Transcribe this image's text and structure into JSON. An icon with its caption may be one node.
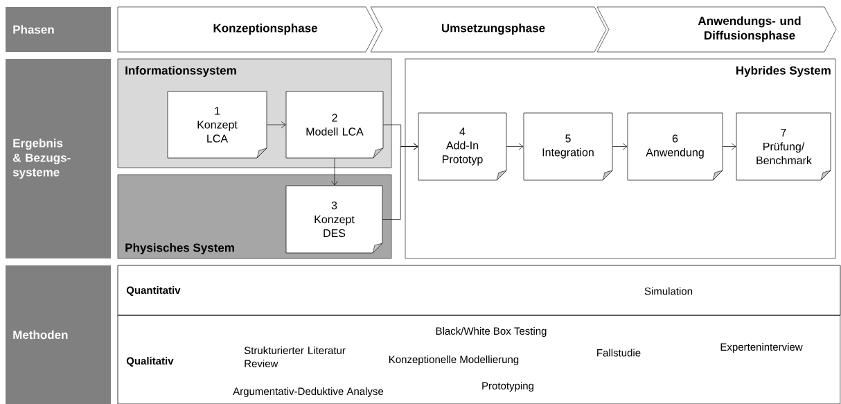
{
  "diagram": {
    "nodes": [
      {
        "text": [
          "Phasen"
        ]
      },
      {
        "text": [
          "Konzeptionsphase"
        ]
      },
      {
        "text": [
          "Umsetzungsphase"
        ]
      },
      {
        "text": [
          "Anwendungs- und Diffusionsphase"
        ]
      },
      {
        "text": [
          "Ergebnis & Bezugs- systeme"
        ]
      },
      {
        "text": [
          "Informationssystem"
        ]
      },
      {
        "text": [
          "Physisches System"
        ]
      },
      {
        "text": [
          "Hybrides System"
        ]
      },
      {
        "text": [
          "1",
          "Konzept LCA"
        ],
        "in": 5
      },
      {
        "text": [
          "2",
          "Modell LCA"
        ],
        "in": 5
      },
      {
        "text": [
          "3",
          "Konzept DES"
        ],
        "in": 6
      },
      {
        "text": [
          "4",
          "Add-In Prototyp"
        ],
        "in": 7
      },
      {
        "text": [
          "5",
          "Integration"
        ],
        "in": 7
      },
      {
        "text": [
          "6",
          "Anwendung"
        ],
        "in": 7
      },
      {
        "text": [
          "7",
          "Prüfung/ Benchmark"
        ],
        "in": 7
      },
      {
        "text": [
          "Methoden"
        ]
      },
      {
        "text": [
          "Quantitativ",
          "Simulation"
        ]
      },
      {
        "text": [
          "Qualitativ",
          "Strukturierter Literatur Review",
          "Black/White Box Testing",
          "Konzeptionelle Modellierung",
          "Fallstudie",
          "Experteninterview",
          "Argumentativ-Deduktive Analyse",
          "Prototyping"
        ]
      }
    ],
    "edges": [
      {
        "from": 8,
        "to": 9,
        "arrow": "to"
      },
      {
        "from": 9,
        "to": 10,
        "arrow": "to"
      },
      {
        "from": 9,
        "to": 11,
        "arrow": "to"
      },
      {
        "from": 10,
        "to": 11,
        "arrow": "to"
      },
      {
        "from": 11,
        "to": 12,
        "arrow": "to"
      },
      {
        "from": 12,
        "to": 13,
        "arrow": "to"
      },
      {
        "from": 13,
        "to": 14,
        "arrow": "to"
      }
    ]
  }
}
